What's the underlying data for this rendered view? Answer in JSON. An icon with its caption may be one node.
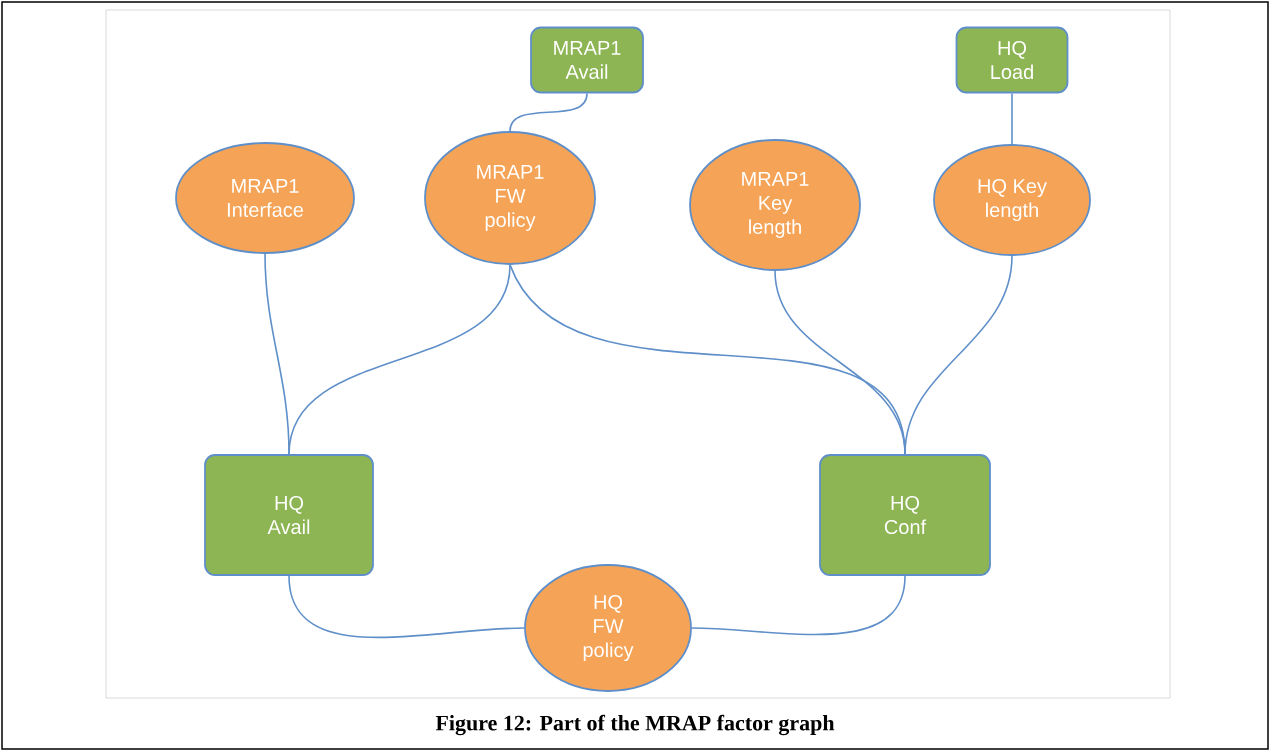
{
  "diagram": {
    "caption": "Figure 12: Part of the MRAP factor graph",
    "nodes": [
      {
        "text": [
          "MRAP1 Avail"
        ]
      },
      {
        "text": [
          "HQ Load"
        ]
      },
      {
        "text": [
          "MRAP1 Interface"
        ]
      },
      {
        "text": [
          "MRAP1 FW policy"
        ]
      },
      {
        "text": [
          "MRAP1 Key length"
        ]
      },
      {
        "text": [
          "HQ Key length"
        ]
      },
      {
        "text": [
          "HQ Avail"
        ]
      },
      {
        "text": [
          "HQ Conf"
        ]
      },
      {
        "text": [
          "HQ FW policy"
        ]
      }
    ],
    "edges": [
      {
        "from": 0,
        "to": 3,
        "arrow": "none"
      },
      {
        "from": 1,
        "to": 5,
        "arrow": "none"
      },
      {
        "from": 2,
        "to": 6,
        "arrow": "none"
      },
      {
        "from": 3,
        "to": 6,
        "arrow": "none"
      },
      {
        "from": 3,
        "to": 7,
        "arrow": "none"
      },
      {
        "from": 4,
        "to": 7,
        "arrow": "none"
      },
      {
        "from": 5,
        "to": 7,
        "arrow": "none"
      },
      {
        "from": 6,
        "to": 8,
        "arrow": "none"
      },
      {
        "from": 7,
        "to": 8,
        "arrow": "none"
      }
    ]
  }
}
